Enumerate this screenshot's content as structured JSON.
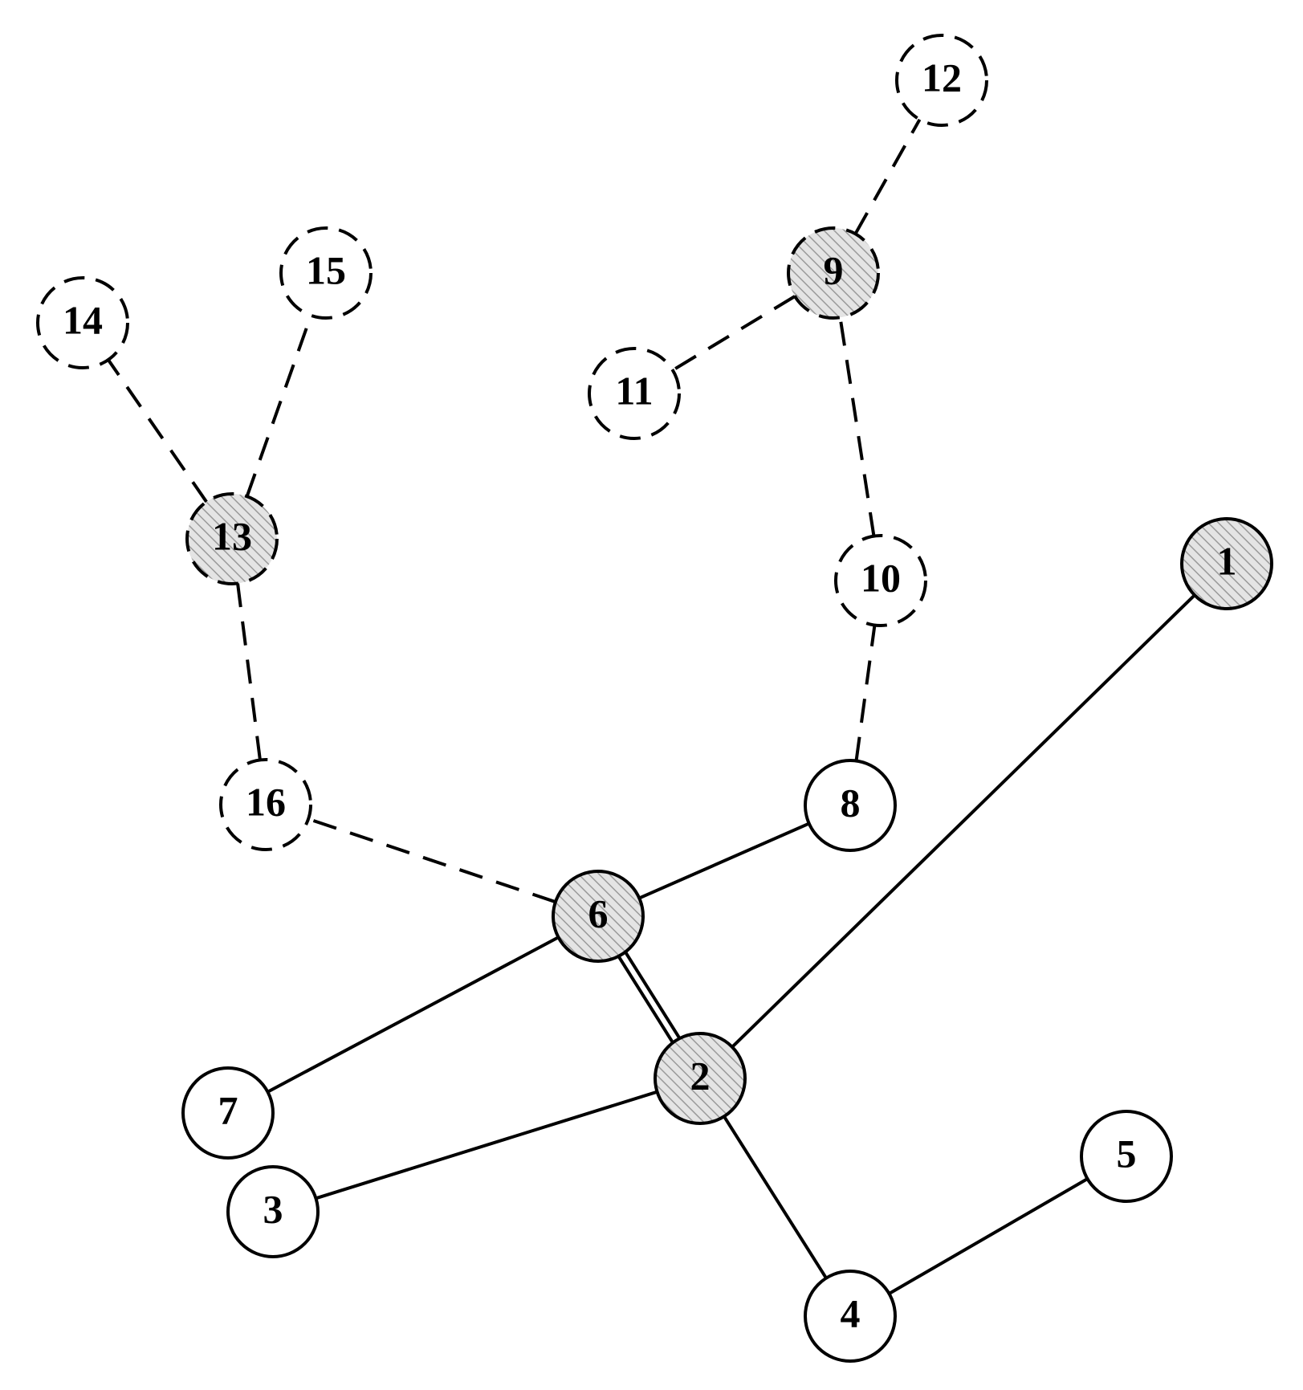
{
  "nodes": [
    {
      "id": "1",
      "label": "1",
      "style": "solid",
      "shaded": true
    },
    {
      "id": "2",
      "label": "2",
      "style": "solid",
      "shaded": true
    },
    {
      "id": "3",
      "label": "3",
      "style": "solid",
      "shaded": false
    },
    {
      "id": "4",
      "label": "4",
      "style": "solid",
      "shaded": false
    },
    {
      "id": "5",
      "label": "5",
      "style": "solid",
      "shaded": false
    },
    {
      "id": "6",
      "label": "6",
      "style": "solid",
      "shaded": true
    },
    {
      "id": "7",
      "label": "7",
      "style": "solid",
      "shaded": false
    },
    {
      "id": "8",
      "label": "8",
      "style": "solid",
      "shaded": false
    },
    {
      "id": "9",
      "label": "9",
      "style": "dashed",
      "shaded": true
    },
    {
      "id": "10",
      "label": "10",
      "style": "dashed",
      "shaded": false
    },
    {
      "id": "11",
      "label": "11",
      "style": "dashed",
      "shaded": false
    },
    {
      "id": "12",
      "label": "12",
      "style": "dashed",
      "shaded": false
    },
    {
      "id": "13",
      "label": "13",
      "style": "dashed",
      "shaded": true
    },
    {
      "id": "14",
      "label": "14",
      "style": "dashed",
      "shaded": false
    },
    {
      "id": "15",
      "label": "15",
      "style": "dashed",
      "shaded": false
    },
    {
      "id": "16",
      "label": "16",
      "style": "dashed",
      "shaded": false
    }
  ],
  "edges": [
    {
      "from": "1",
      "to": "2",
      "style": "solid"
    },
    {
      "from": "6",
      "to": "2",
      "style": "double"
    },
    {
      "from": "2",
      "to": "3",
      "style": "solid"
    },
    {
      "from": "2",
      "to": "4",
      "style": "solid"
    },
    {
      "from": "4",
      "to": "5",
      "style": "solid"
    },
    {
      "from": "6",
      "to": "7",
      "style": "solid"
    },
    {
      "from": "6",
      "to": "8",
      "style": "solid"
    },
    {
      "from": "8",
      "to": "10",
      "style": "dashed"
    },
    {
      "from": "10",
      "to": "9",
      "style": "dashed"
    },
    {
      "from": "9",
      "to": "11",
      "style": "dashed"
    },
    {
      "from": "9",
      "to": "12",
      "style": "dashed"
    },
    {
      "from": "6",
      "to": "16",
      "style": "dashed"
    },
    {
      "from": "16",
      "to": "13",
      "style": "dashed"
    },
    {
      "from": "13",
      "to": "14",
      "style": "dashed"
    },
    {
      "from": "13",
      "to": "15",
      "style": "dashed"
    }
  ],
  "colors": {
    "stroke": "#000000",
    "background": "#ffffff",
    "shade_base": "#e4e4e4",
    "shade_hatch": "#9a9a9a"
  }
}
